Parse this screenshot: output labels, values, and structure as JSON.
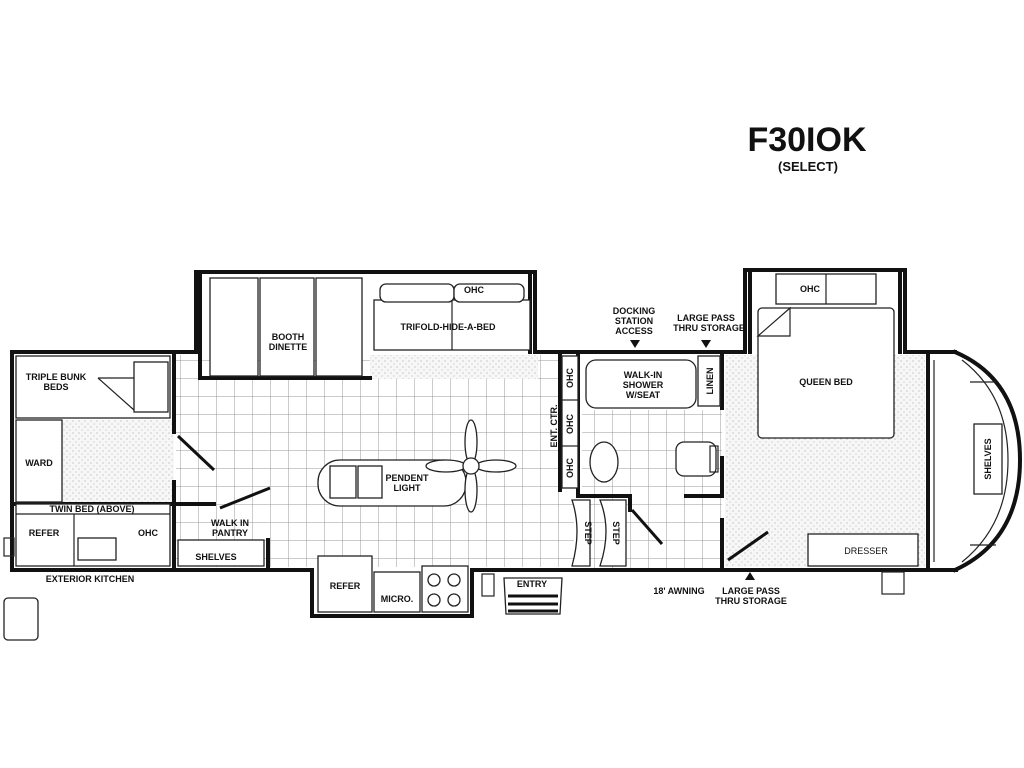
{
  "model": {
    "name": "F30IOK",
    "trim": "(SELECT)"
  },
  "labels": {
    "triple_bunk": [
      "TRIPLE BUNK",
      "BEDS"
    ],
    "ward": "WARD",
    "twin_bed": "TWIN BED (ABOVE)",
    "refer_outdoor": "REFER",
    "ohc_outdoor": "OHC",
    "exterior_kitchen": "EXTERIOR KITCHEN",
    "walk_in_pantry": [
      "WALK IN",
      "PANTRY"
    ],
    "shelves_pantry": "SHELVES",
    "booth_dinette": [
      "BOOTH",
      "DINETTE"
    ],
    "ohc_sofa": "OHC",
    "trifold": "TRIFOLD-HIDE-A-BED",
    "pendent_light": [
      "PENDENT",
      "LIGHT"
    ],
    "refer_kitchen": "REFER",
    "micro": "MICRO.",
    "entry": "ENTRY",
    "ohc_a": "OHC",
    "ent_ctr": "ENT. CTR.",
    "ohc_b": "OHC",
    "ohc_c": "OHC",
    "step_a": "STEP",
    "step_b": "STEP",
    "docking": [
      "DOCKING",
      "STATION",
      "ACCESS"
    ],
    "large_pass_top": [
      "LARGE PASS",
      "THRU STORAGE"
    ],
    "walk_in_shower": [
      "WALK-IN",
      "SHOWER",
      "W/SEAT"
    ],
    "linen": "LINEN",
    "awning": "18' AWNING",
    "large_pass_bottom": [
      "LARGE PASS",
      "THRU STORAGE"
    ],
    "ohc_bed": "OHC",
    "queen_bed": "QUEEN BED",
    "dresser": "DRESSER",
    "shelves_nose": "SHELVES"
  }
}
